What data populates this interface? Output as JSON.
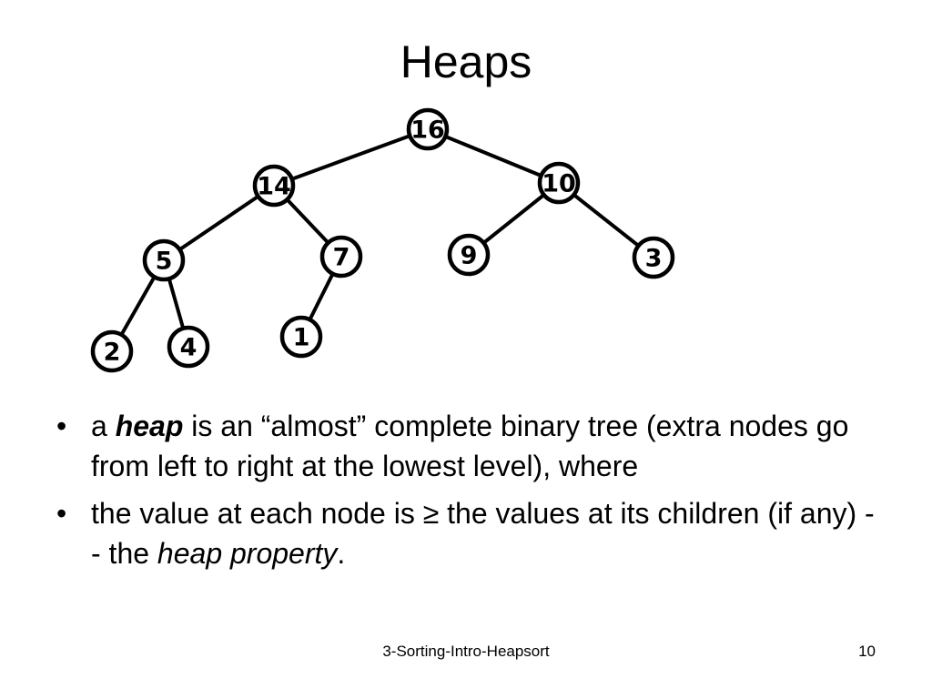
{
  "title": "Heaps",
  "tree": {
    "nodes": [
      {
        "id": "n16",
        "label": "16"
      },
      {
        "id": "n14",
        "label": "14"
      },
      {
        "id": "n10",
        "label": "10"
      },
      {
        "id": "n5",
        "label": "5"
      },
      {
        "id": "n7",
        "label": "7"
      },
      {
        "id": "n9",
        "label": "9"
      },
      {
        "id": "n3",
        "label": "3"
      },
      {
        "id": "n2",
        "label": "2"
      },
      {
        "id": "n4",
        "label": "4"
      },
      {
        "id": "n1",
        "label": "1"
      }
    ],
    "edges": [
      [
        "n16",
        "n14"
      ],
      [
        "n16",
        "n10"
      ],
      [
        "n14",
        "n5"
      ],
      [
        "n14",
        "n7"
      ],
      [
        "n10",
        "n9"
      ],
      [
        "n10",
        "n3"
      ],
      [
        "n5",
        "n2"
      ],
      [
        "n5",
        "n4"
      ],
      [
        "n7",
        "n1"
      ]
    ]
  },
  "bullets": [
    {
      "prefix": "a ",
      "term": "heap",
      "text": " is an “almost” complete binary tree (extra nodes go from left to right at the lowest level), where"
    },
    {
      "text": "the value at each node is ≥ the values at its children (if any) - - the ",
      "term": "heap property",
      "suffix": "."
    }
  ],
  "footer": "3-Sorting-Intro-Heapsort",
  "page_number": "10"
}
